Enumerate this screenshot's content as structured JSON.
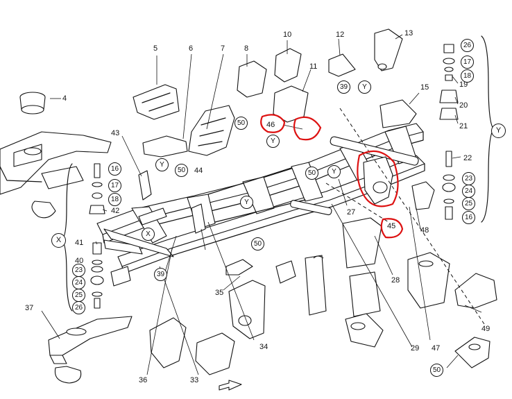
{
  "labels": {
    "plain": [
      "4",
      "5",
      "6",
      "7",
      "8",
      "10",
      "11",
      "12",
      "13",
      "15",
      "19",
      "20",
      "21",
      "22",
      "27",
      "28",
      "29",
      "33",
      "34",
      "35",
      "36",
      "37",
      "41",
      "42",
      "43",
      "44",
      "47",
      "48",
      "49"
    ],
    "circled": [
      "16",
      "17",
      "18",
      "23",
      "24",
      "25",
      "26",
      "39",
      "50",
      "46",
      "45",
      "X",
      "Y"
    ]
  },
  "text": {
    "l4": "4",
    "l5": "5",
    "l6": "6",
    "l7": "7",
    "l8": "8",
    "l10": "10",
    "l11": "11",
    "l12": "12",
    "l13": "13",
    "l15": "15",
    "l16a": "16",
    "l16b": "16",
    "l17a": "17",
    "l17b": "17",
    "l18a": "18",
    "l18b": "18",
    "l19": "19",
    "l20": "20",
    "l21": "21",
    "l22": "22",
    "l23a": "23",
    "l23b": "23",
    "l24a": "24",
    "l24b": "24",
    "l25a": "25",
    "l25b": "25",
    "l26a": "26",
    "l26b": "26",
    "l27": "27",
    "l28": "28",
    "l29": "29",
    "l33": "33",
    "l34": "34",
    "l35": "35",
    "l36": "36",
    "l37": "37",
    "l39a": "39",
    "l39b": "39",
    "l40": "40",
    "l41": "41",
    "l42": "42",
    "l43": "43",
    "l44": "44",
    "l45": "45",
    "l46": "46",
    "l47": "47",
    "l48": "48",
    "l49": "49",
    "l50a": "50",
    "l50b": "50",
    "l50c": "50",
    "l50d": "50",
    "l50e": "50",
    "lXa": "X",
    "lXb": "X",
    "lYa": "Y",
    "lYb": "Y",
    "lYc": "Y",
    "lYd": "Y",
    "lYe": "Y"
  },
  "colors": {
    "ink": "#111111",
    "highlight": "#dd1111",
    "background": "#ffffff"
  },
  "highlighted_parts": [
    "45",
    "46"
  ]
}
